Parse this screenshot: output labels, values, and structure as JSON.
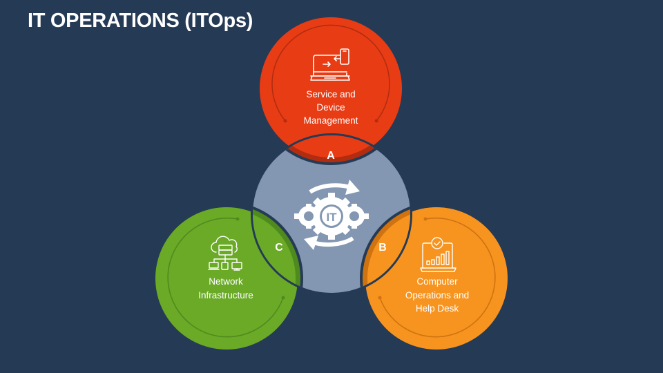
{
  "title": "IT OPERATIONS (ITOps)",
  "center": {
    "icon": "it-gears-cycle-icon",
    "badge_text": "IT",
    "color": "#8397b2"
  },
  "segments": [
    {
      "letter": "A",
      "label_lines": [
        "Service and",
        "Device",
        "Management"
      ],
      "icon": "computer-phone-sync-icon",
      "color": "#e83c15",
      "overlap_color": "#b22d10"
    },
    {
      "letter": "B",
      "label_lines": [
        "Computer",
        "Operations and",
        "Help Desk"
      ],
      "icon": "laptop-gear-chart-icon",
      "color": "#f7941f",
      "overlap_color": "#cf7210"
    },
    {
      "letter": "C",
      "label_lines": [
        "Network",
        "Infrastructure"
      ],
      "icon": "cloud-server-network-icon",
      "color": "#6aaa27",
      "overlap_color": "#4f8a1e"
    }
  ],
  "background": "#253a55"
}
